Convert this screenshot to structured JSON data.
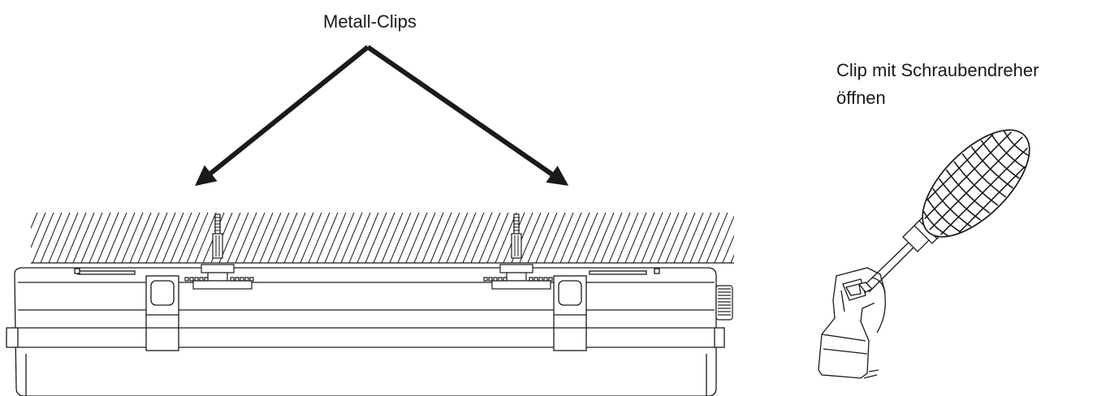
{
  "labels": {
    "metal_clips": "Metall-Clips",
    "screwdriver_line1": "Clip mit Schraubendreher",
    "screwdriver_line2": "öffnen"
  },
  "colors": {
    "ink": "#1a1a1a",
    "background": "#ffffff"
  }
}
